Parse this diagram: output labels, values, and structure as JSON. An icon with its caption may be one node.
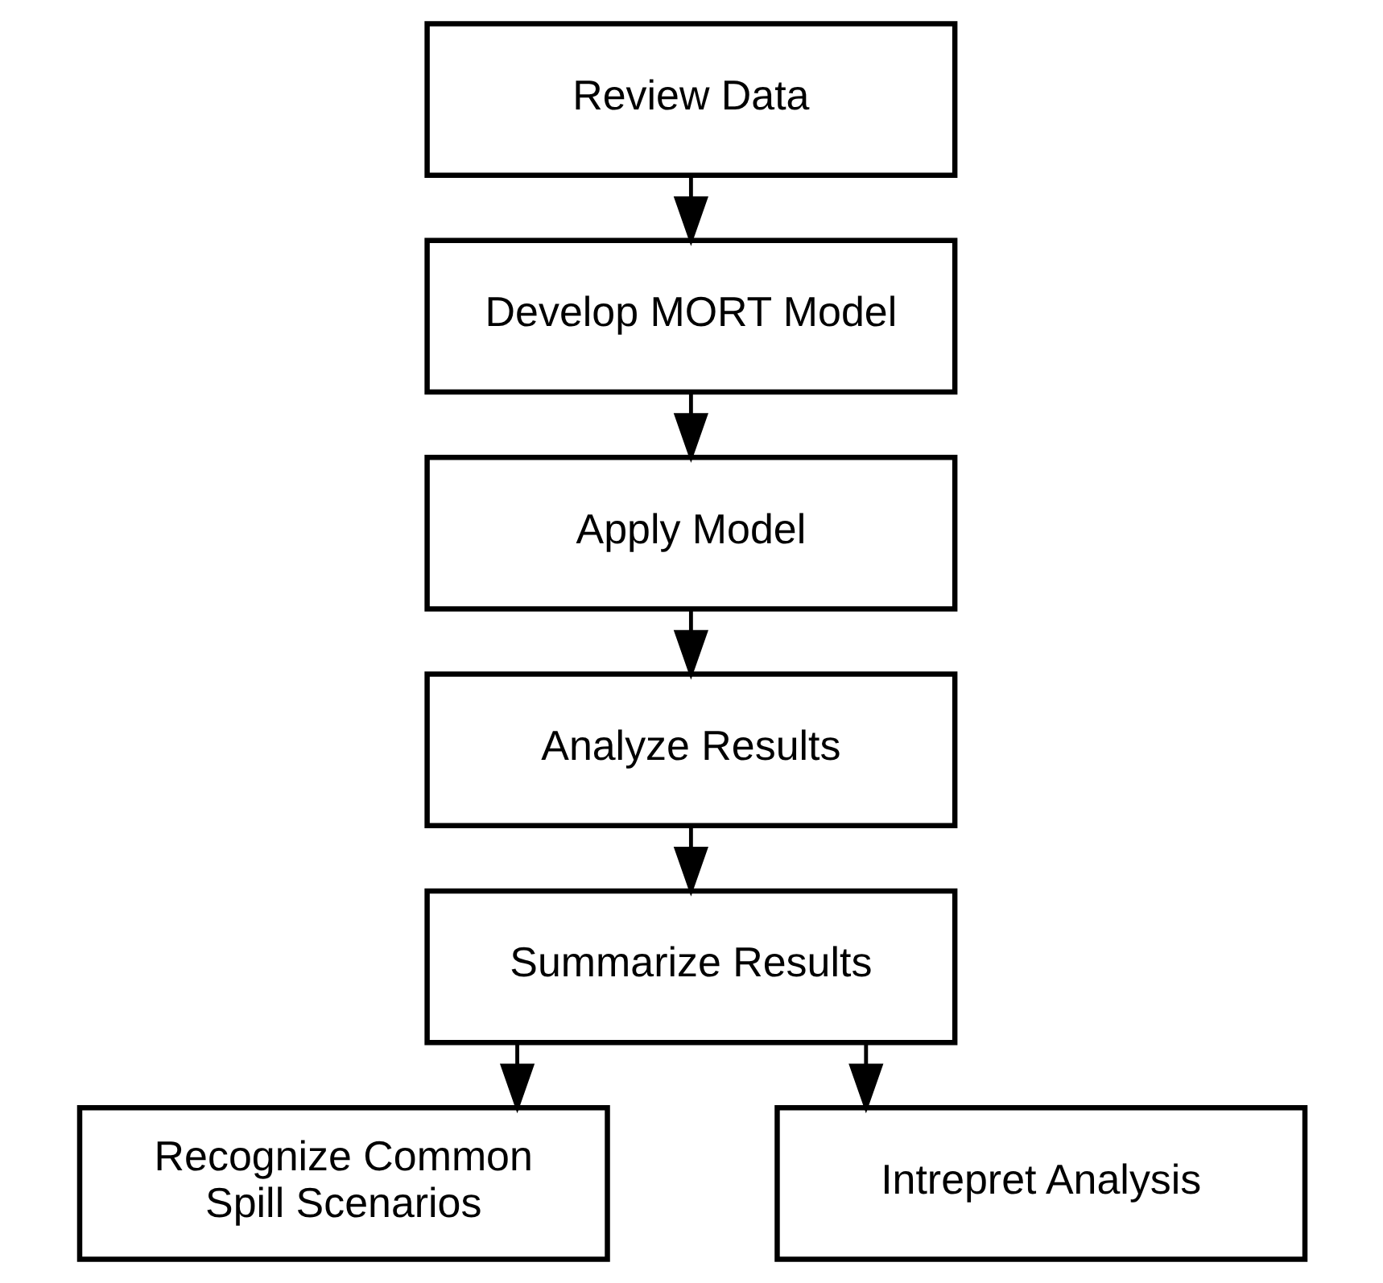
{
  "diagram": {
    "nodes": [
      {
        "text": [
          "Review Data"
        ]
      },
      {
        "text": [
          "Develop MORT Model"
        ]
      },
      {
        "text": [
          "Apply Model"
        ]
      },
      {
        "text": [
          "Analyze Results"
        ]
      },
      {
        "text": [
          "Summarize Results"
        ]
      },
      {
        "text": [
          "Recognize Common Spill Scenarios"
        ]
      },
      {
        "text": [
          "Intrepret Analysis"
        ]
      }
    ],
    "edges": [
      {
        "from": 0,
        "to": 1,
        "arrow": "to"
      },
      {
        "from": 1,
        "to": 2,
        "arrow": "to"
      },
      {
        "from": 2,
        "to": 3,
        "arrow": "to"
      },
      {
        "from": 3,
        "to": 4,
        "arrow": "to"
      },
      {
        "from": 4,
        "to": 5,
        "arrow": "to"
      },
      {
        "from": 4,
        "to": 6,
        "arrow": "to"
      }
    ]
  }
}
